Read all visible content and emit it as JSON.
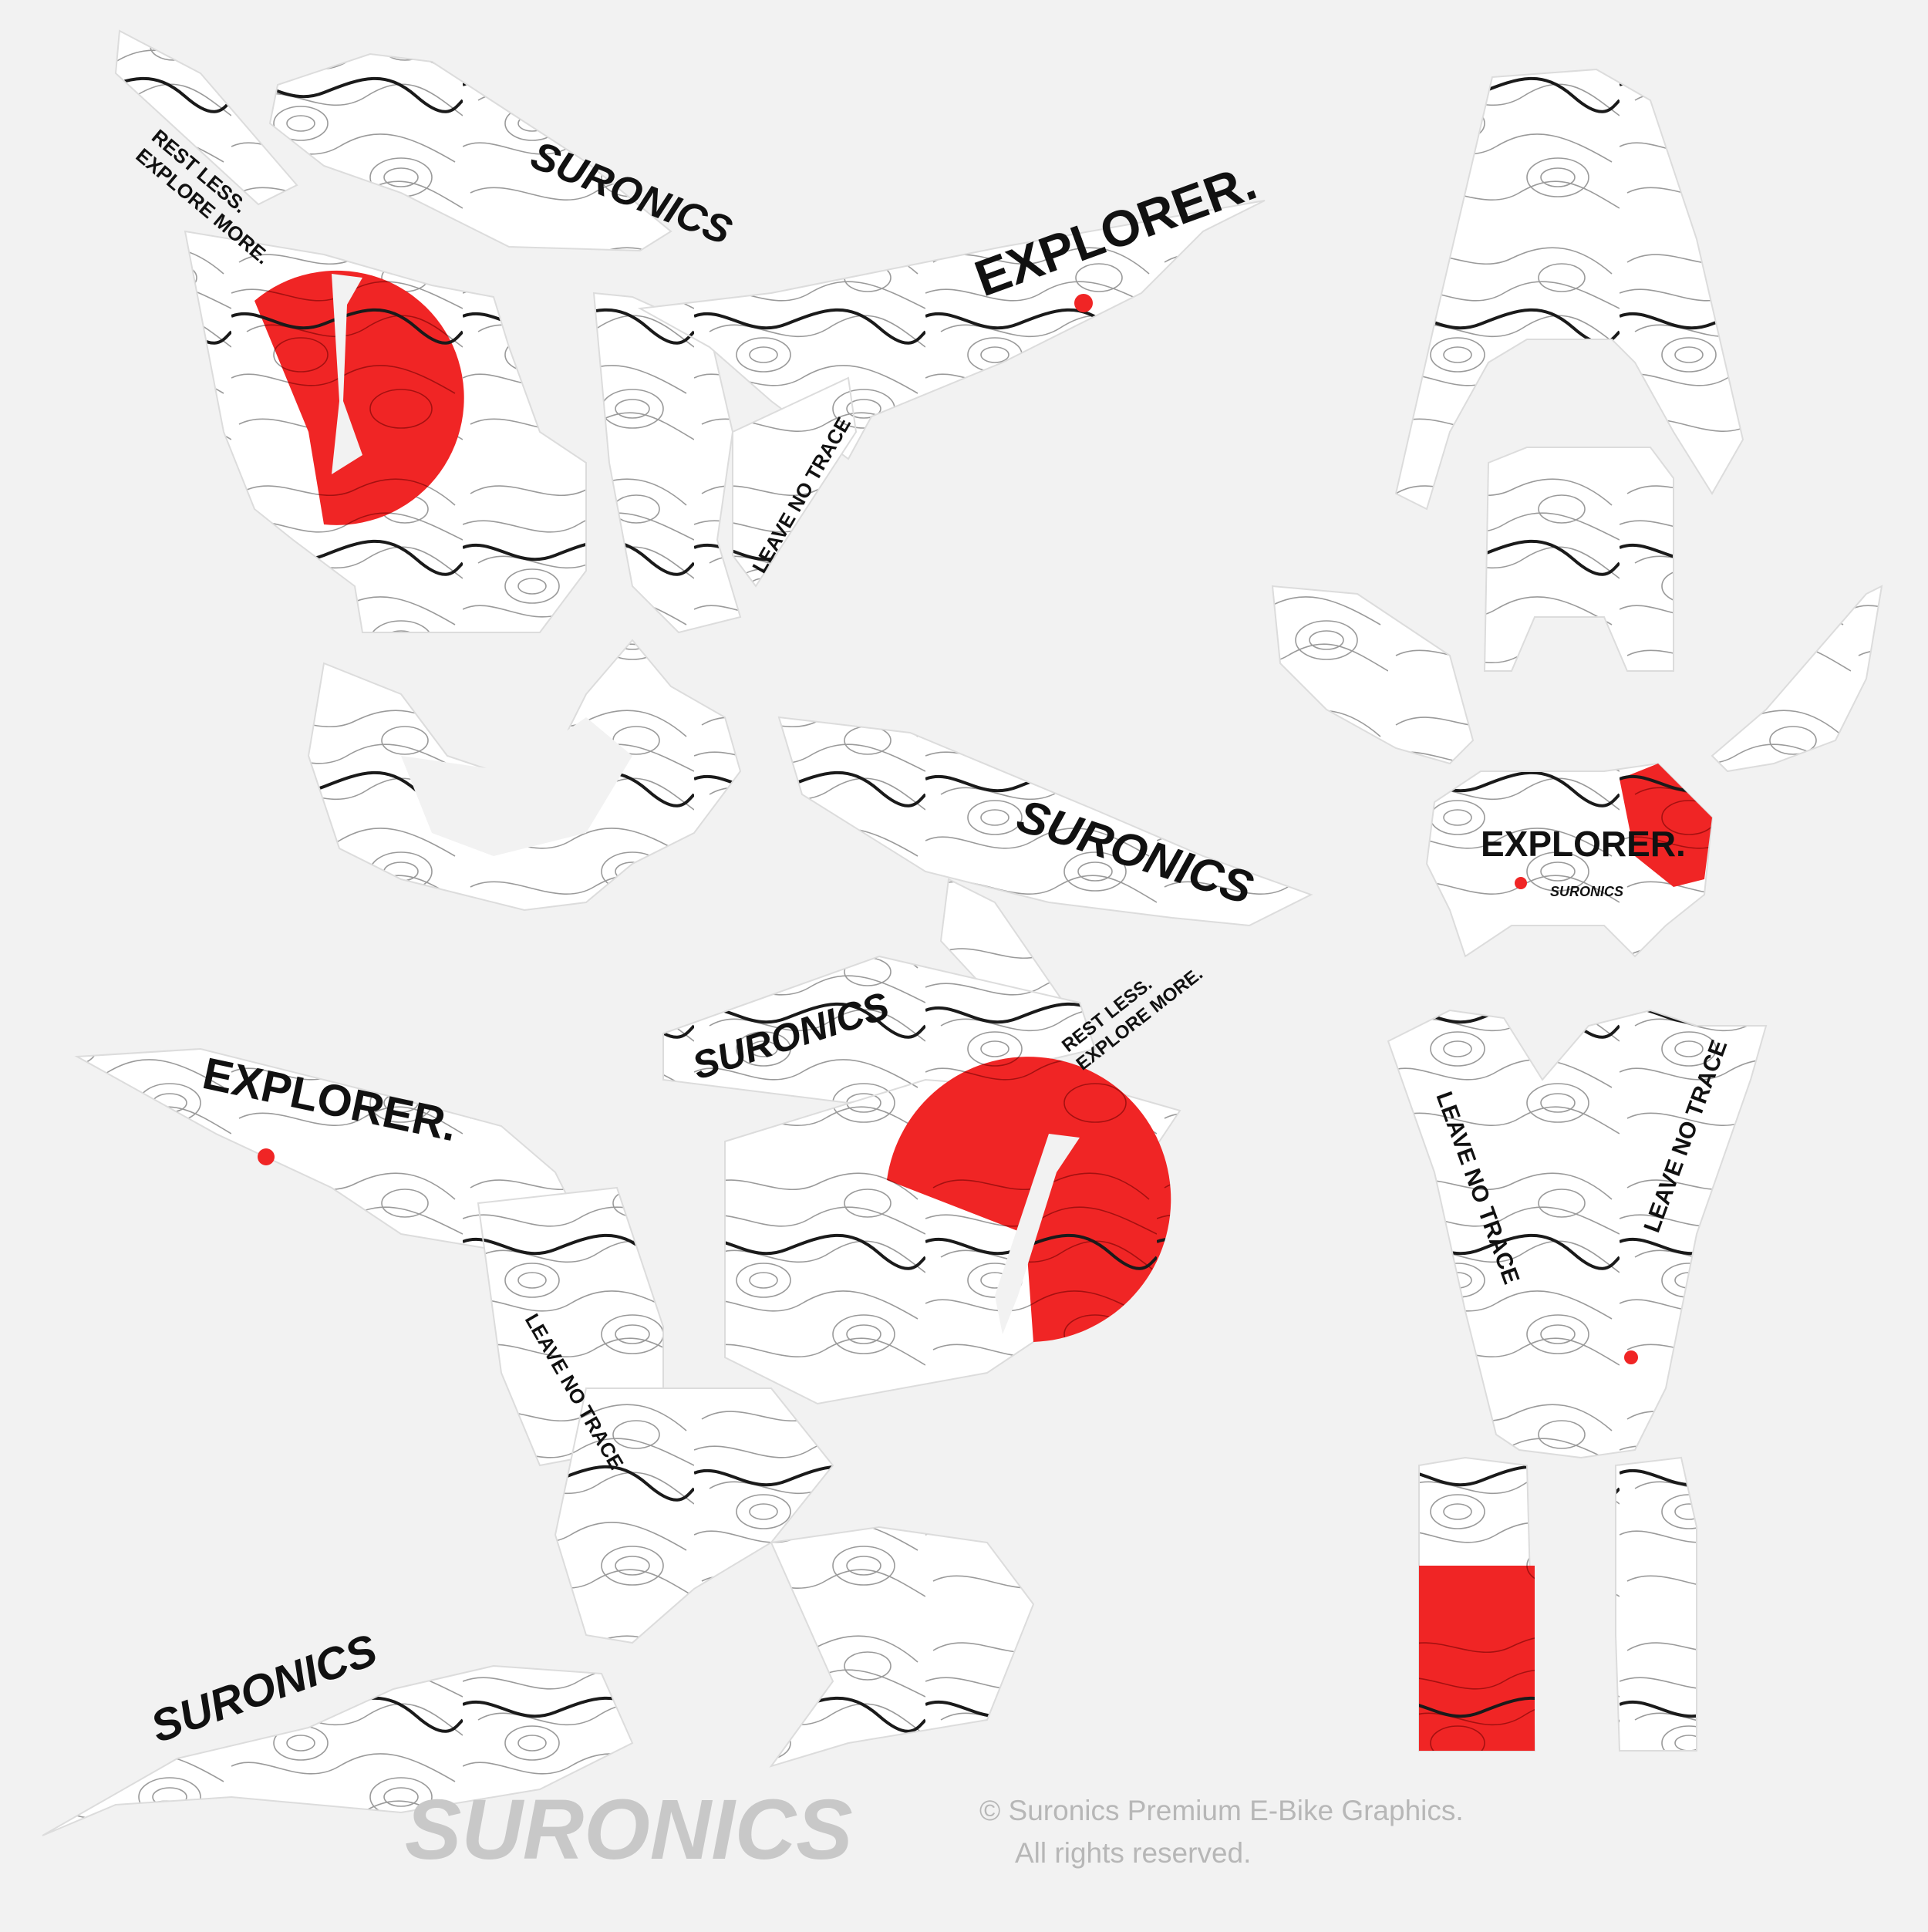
{
  "colors": {
    "background": "#f2f2f2",
    "panel": "#ffffff",
    "accent_red": "#f02525",
    "ink": "#111111",
    "footer_text": "#b7b7b7"
  },
  "slogans": {
    "explorer": "EXPLORER.",
    "rest_less": "REST LESS.",
    "explore_more": "EXPLORE MORE.",
    "leave_no_trace": "LEAVE NO TRACE",
    "brand": "SURONICS"
  },
  "footer": {
    "logo_text": "SURONICS",
    "copyright_line1": "© Suronics Premium E-Bike Graphics.",
    "copyright_line2": "All rights reserved."
  }
}
